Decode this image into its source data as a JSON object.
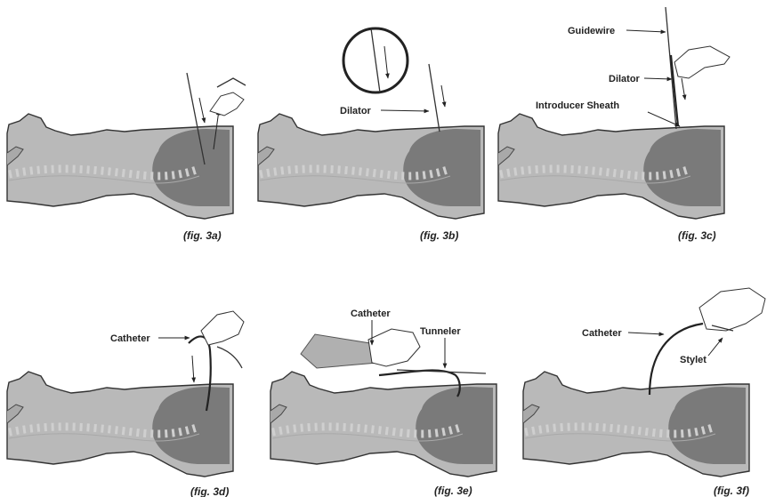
{
  "panels": [
    {
      "id": "3a",
      "caption": "(fig. 3a)",
      "labels": []
    },
    {
      "id": "3b",
      "caption": "(fig. 3b)",
      "labels": [
        "Dilator"
      ]
    },
    {
      "id": "3c",
      "caption": "(fig. 3c)",
      "labels": [
        "Guidewire",
        "Dilator",
        "Introducer Sheath"
      ]
    },
    {
      "id": "3d",
      "caption": "(fig. 3d)",
      "labels": [
        "Catheter"
      ]
    },
    {
      "id": "3e",
      "caption": "(fig. 3e)",
      "labels": [
        "Catheter",
        "Tunneler"
      ]
    },
    {
      "id": "3f",
      "caption": "(fig. 3f)",
      "labels": [
        "Catheter",
        "Stylet"
      ]
    }
  ]
}
